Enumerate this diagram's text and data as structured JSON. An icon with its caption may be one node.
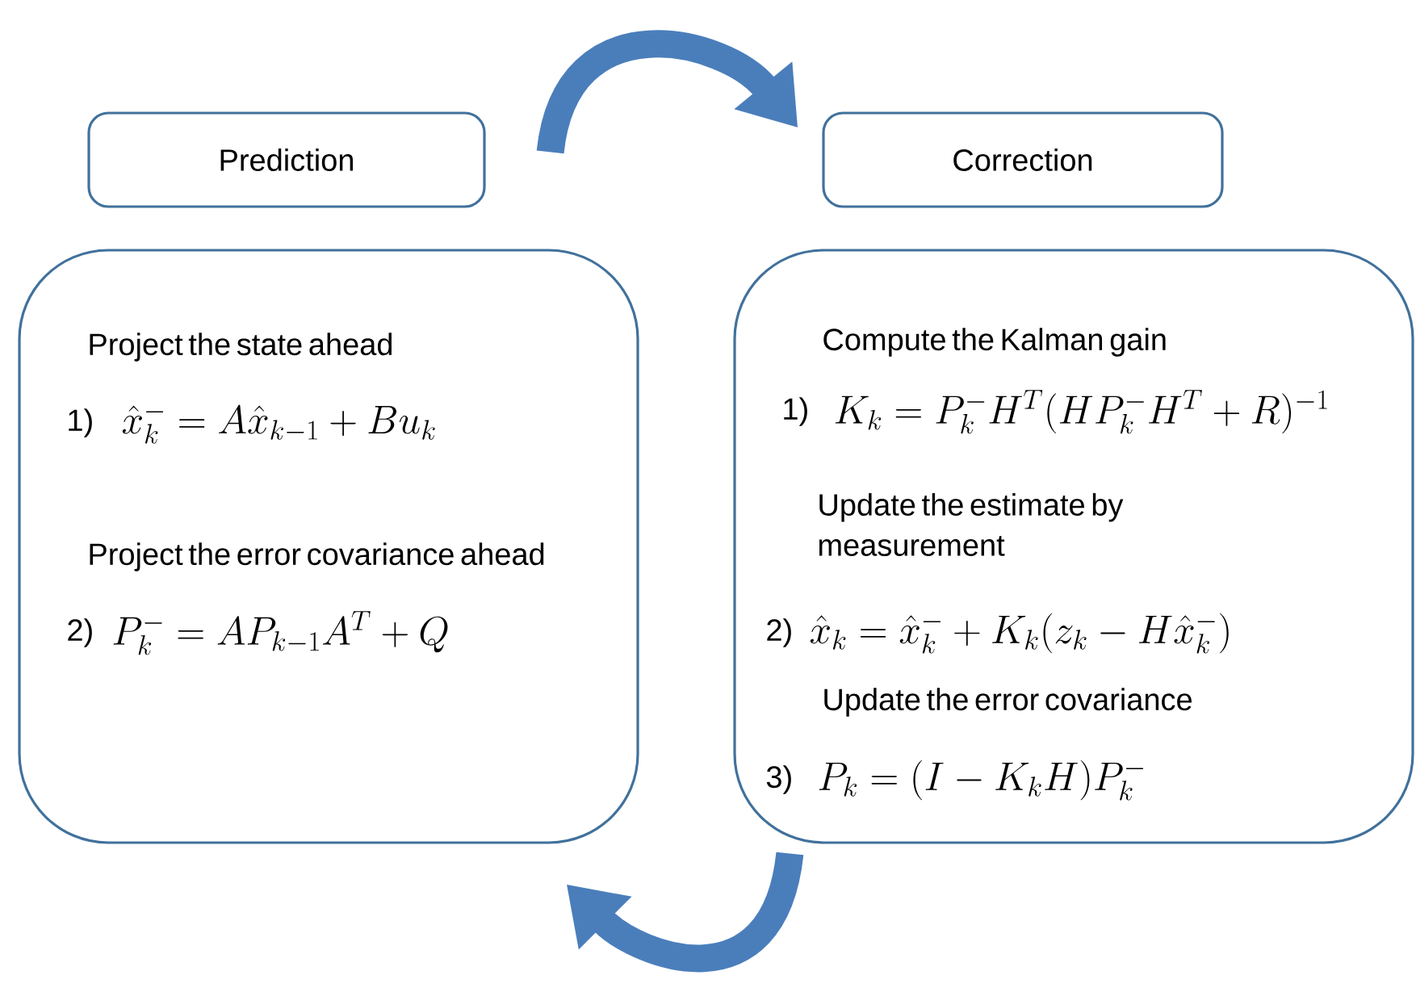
{
  "diagram": {
    "nodes": [
      {
        "text": [
          "Prediction"
        ]
      },
      {
        "text": [
          "Correction"
        ]
      },
      {
        "text": [
          "Project the state ahead",
          "1)",
          "\\hat{x}_k^- = A\\hat{x}_{k-1} + Bu_k",
          "Project the error covariance ahead",
          "2)",
          "P_k^- = AP_{k-1}A^T + Q"
        ]
      },
      {
        "text": [
          "Compute the Kalman gain",
          "1)",
          "K_k = P_k^- H^T (HP_k^- H^T + R)^{-1}",
          "Update the estimate by measurement",
          "2)",
          "\\hat{x}_k = \\hat{x}_k^- + K_k(z_k - H\\hat{x}_k^-)",
          "Update the error covariance",
          "3)",
          "P_k = (I - K_k H)P_k^-"
        ]
      }
    ],
    "edges": [
      {
        "from": 0,
        "to": 1,
        "arrow": "to"
      },
      {
        "from": 3,
        "to": 2,
        "arrow": "to"
      }
    ]
  }
}
